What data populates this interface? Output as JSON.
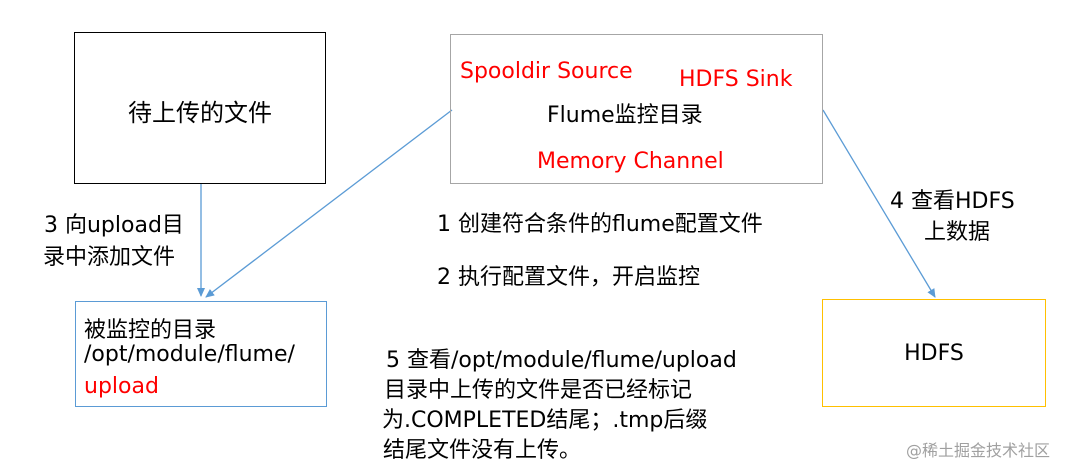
{
  "colors": {
    "text": "#000000",
    "red": "#ff0000",
    "arrow": "#5b9bd5",
    "box_black": "#000000",
    "box_gray": "#a6a6a6",
    "box_blue": "#5b9bd5",
    "box_gold": "#ffc000",
    "watermark": "#a0a0a0"
  },
  "files_box": {
    "label": "待上传的文件"
  },
  "flume_box": {
    "source": "Spooldir Source",
    "sink": "HDFS Sink",
    "title": "Flume监控目录",
    "channel": "Memory Channel"
  },
  "monitored_box": {
    "line1": "被监控的目录",
    "line2": "/opt/module/flume/",
    "line3": "upload"
  },
  "hdfs_box": {
    "label": "HDFS"
  },
  "step3": {
    "line1": "3 向upload目",
    "line2": "录中添加文件"
  },
  "step4": {
    "line1": "4 查看HDFS",
    "line2": "上数据"
  },
  "step1": "1 创建符合条件的flume配置文件",
  "step2": "2 执行配置文件，开启监控",
  "step5": {
    "line1": "5 查看/opt/module/flume/upload",
    "line2": "目录中上传的文件是否已经标记",
    "line3": "为.COMPLETED结尾；.tmp后缀",
    "line4": "结尾文件没有上传。"
  },
  "watermark": "@稀土掘金技术社区"
}
